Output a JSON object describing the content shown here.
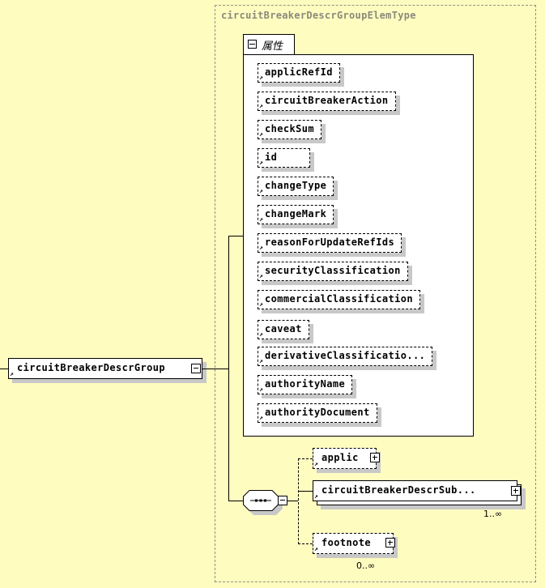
{
  "complex_type": {
    "name": "circuitBreakerDescrGroupElemType"
  },
  "root_element": {
    "name": "circuitBreakerDescrGroup",
    "toggle": "collapse"
  },
  "attributes_section": {
    "label": "属性",
    "toggle": "collapse",
    "items": [
      {
        "name": "applicRefId"
      },
      {
        "name": "circuitBreakerAction"
      },
      {
        "name": "checkSum"
      },
      {
        "name": "id"
      },
      {
        "name": "changeType"
      },
      {
        "name": "changeMark"
      },
      {
        "name": "reasonForUpdateRefIds"
      },
      {
        "name": "securityClassification"
      },
      {
        "name": "commercialClassification"
      },
      {
        "name": "caveat"
      },
      {
        "name": "derivativeClassificatio..."
      },
      {
        "name": "authorityName"
      },
      {
        "name": "authorityDocument"
      }
    ]
  },
  "sequence": {
    "compositor": "sequence",
    "toggle": "collapse",
    "children": [
      {
        "name": "applic",
        "optional": true,
        "toggle": "expand",
        "cardinality": ""
      },
      {
        "name": "circuitBreakerDescrSub...",
        "optional": false,
        "toggle": "expand",
        "cardinality": "1..∞"
      },
      {
        "name": "footnote",
        "optional": true,
        "toggle": "expand",
        "cardinality": "0..∞"
      }
    ]
  }
}
